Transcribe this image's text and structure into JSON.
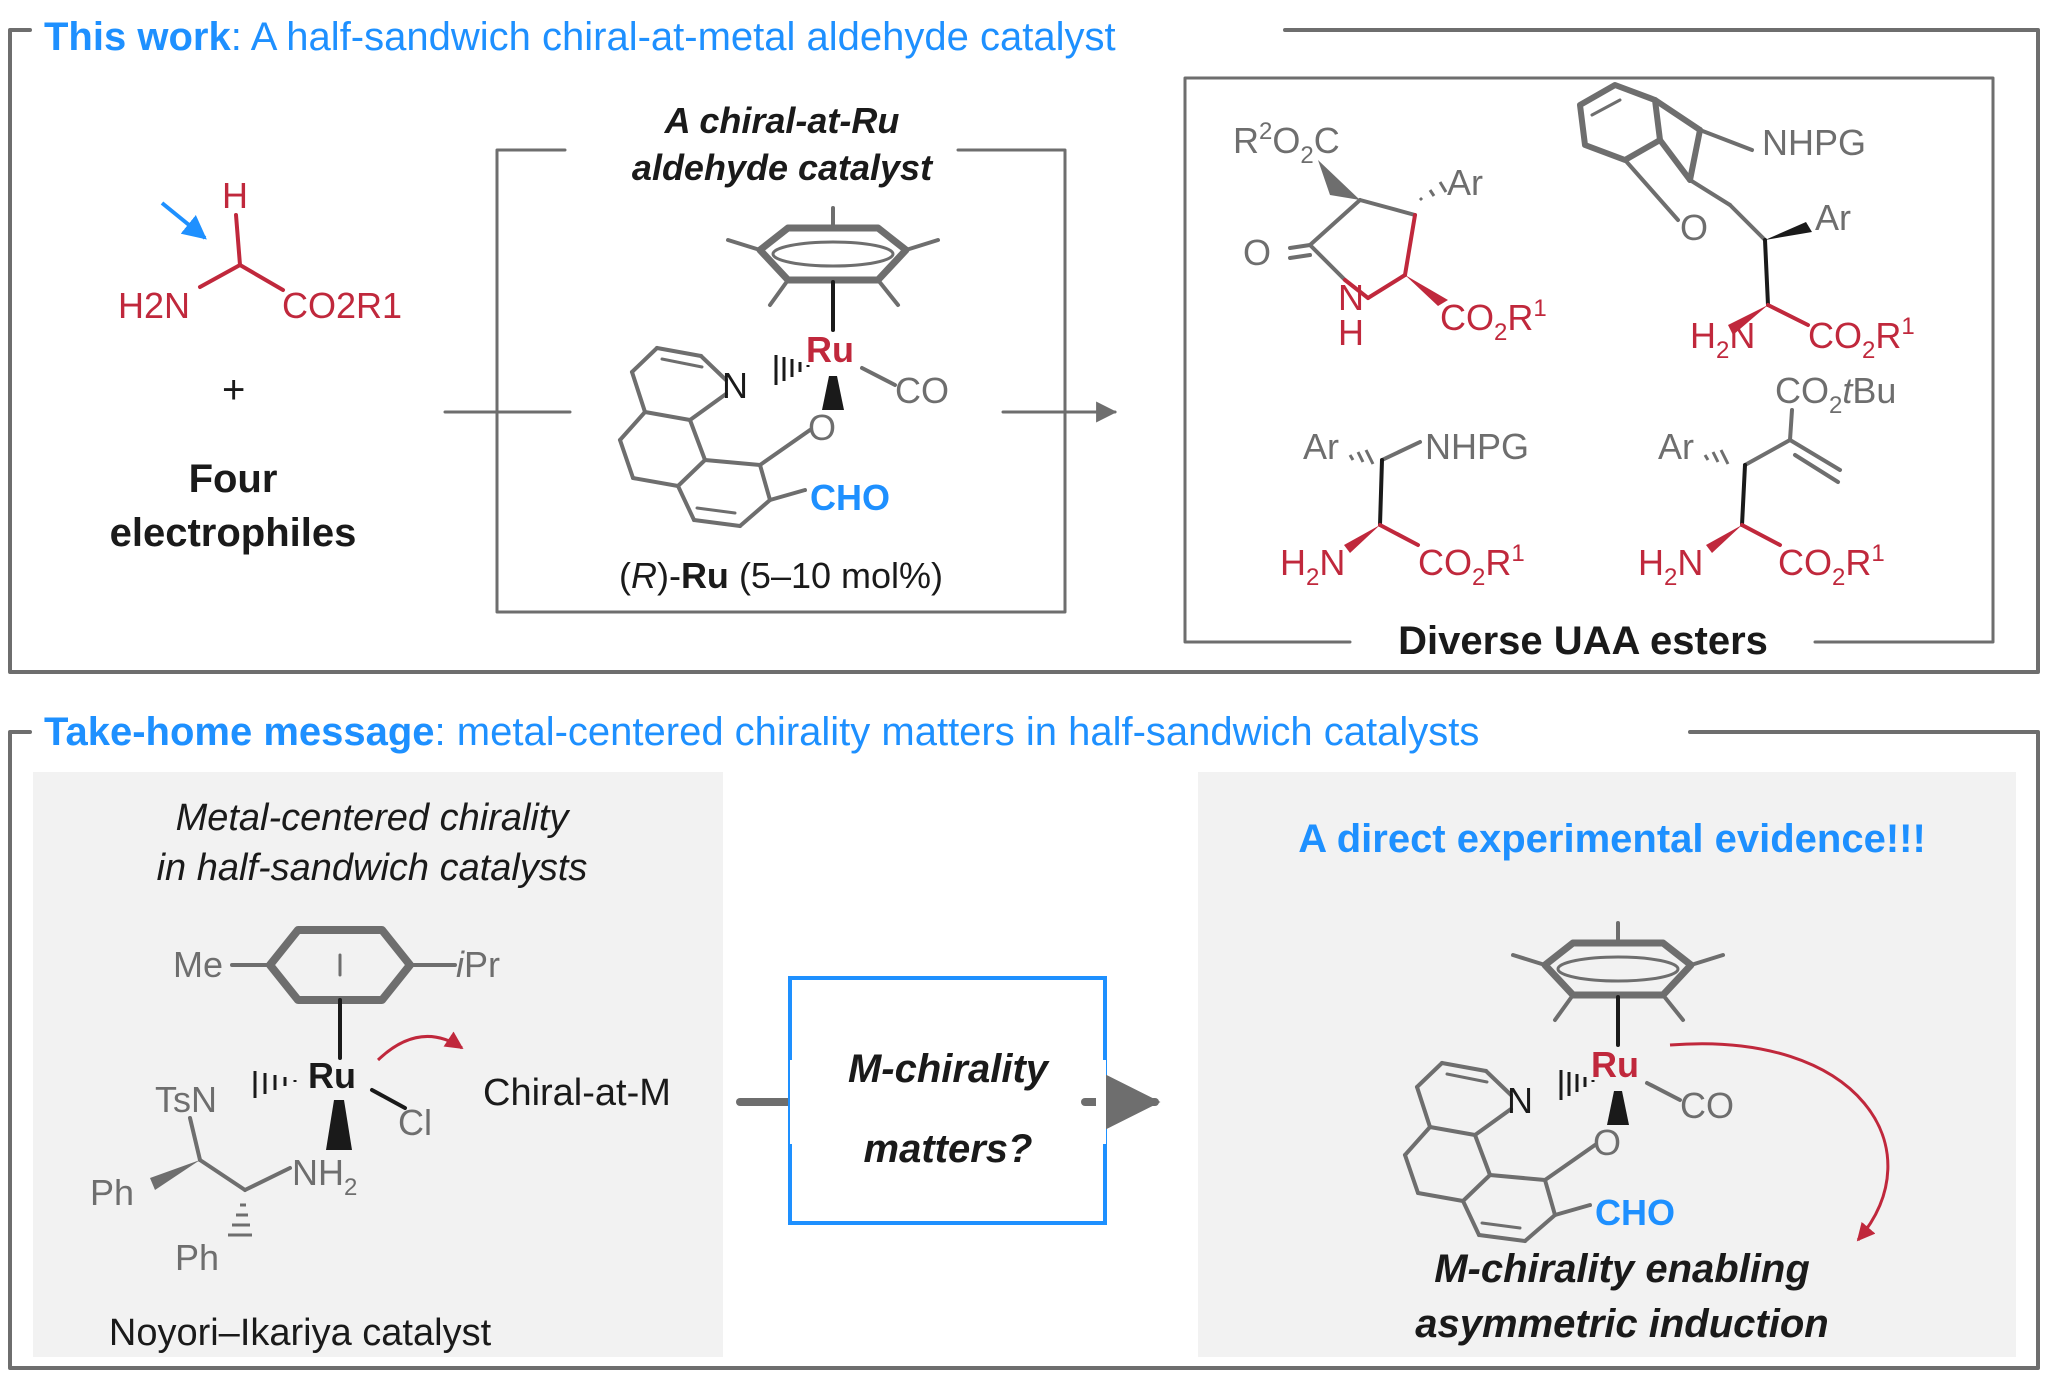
{
  "top_panel": {
    "title_bold": "This work",
    "title_rest": ": A half-sandwich chiral-at-metal aldehyde catalyst",
    "substrate": {
      "H": "H",
      "H2N": "H2N",
      "CO2R1": "CO2R1"
    },
    "plus": "+",
    "electrophiles_line1": "Four",
    "electrophiles_line2": "electrophiles",
    "catalyst_caption_line1": "A chiral-at-Ru",
    "catalyst_caption_line2": "aldehyde catalyst",
    "catalyst_label_prefix": "(R)-",
    "catalyst_label_bold": "Ru",
    "catalyst_label_loading": " (5–10 mol%)",
    "products_caption": "Diverse UAA esters"
  },
  "bottom_panel": {
    "title_bold": "Take-home message",
    "title_rest": ": metal-centered chirality matters in half-sandwich catalysts",
    "left_caption_line1": "Metal-centered chirality",
    "left_caption_line2": "in half-sandwich catalysts",
    "left_footer": "Noyori–Ikariya catalyst",
    "chiral_at_m": "Chiral-at-M",
    "question_line1": "M-chirality",
    "question_line2": "matters?",
    "right_title": "A direct experimental evidence!!!",
    "right_caption_line1": "M-chirality enabling",
    "right_caption_line2": "asymmetric induction"
  },
  "atom_labels": {
    "Ru": "Ru",
    "N": "N",
    "O": "O",
    "CO": "CO",
    "CHO": "CHO",
    "Ar": "Ar",
    "NHPG": "NHPG",
    "H": "H",
    "R2O2C": "R2O2C",
    "CO2tBu": "CO2tBu",
    "Me": "Me",
    "iPr": "iPr",
    "TsN": "TsN",
    "NH2": "NH2",
    "Ph": "Ph",
    "Cl": "Cl"
  },
  "colors": {
    "accent_blue": "#1e90ff",
    "metal_red": "#c0283c",
    "gray": "#6e6e6e",
    "panel_gray": "#f2f2f2"
  }
}
